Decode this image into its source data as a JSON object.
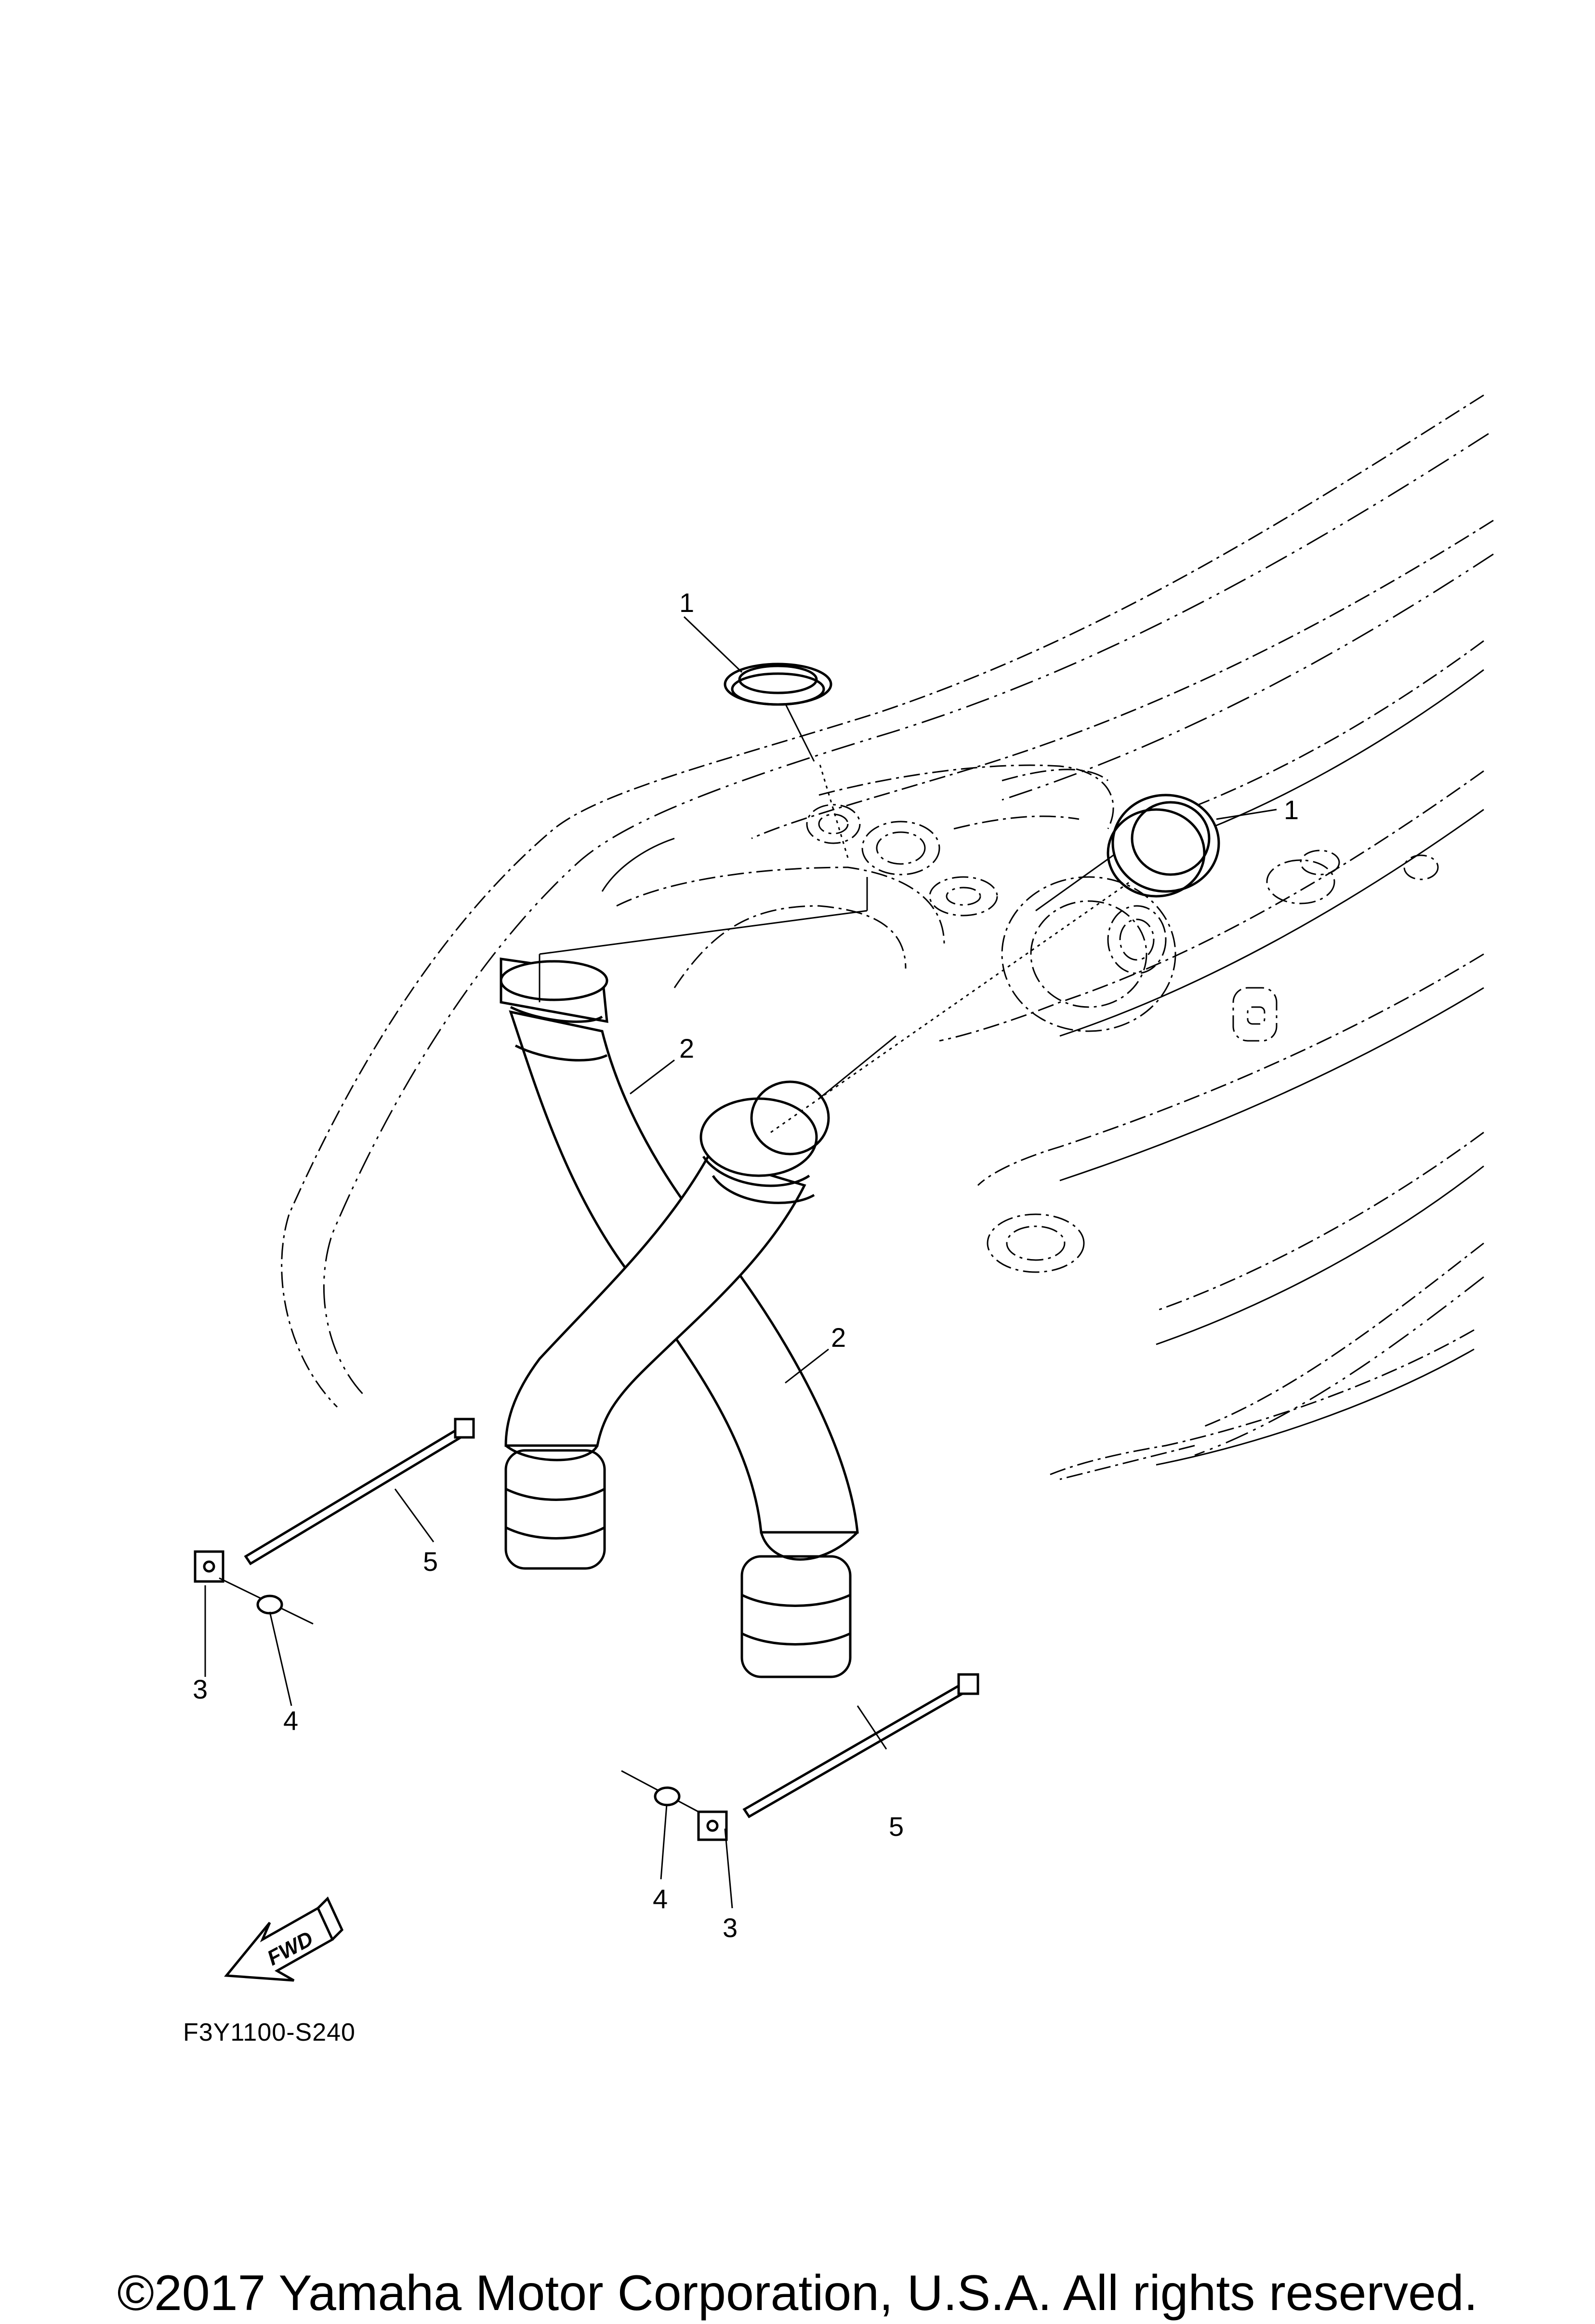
{
  "callouts": [
    {
      "id": "c1a",
      "label": "1",
      "part": "grommet"
    },
    {
      "id": "c1b",
      "label": "1",
      "part": "grommet"
    },
    {
      "id": "c2a",
      "label": "2",
      "part": "hose"
    },
    {
      "id": "c2b",
      "label": "2",
      "part": "hose"
    },
    {
      "id": "c3a",
      "label": "3",
      "part": "clip"
    },
    {
      "id": "c3b",
      "label": "3",
      "part": "clip"
    },
    {
      "id": "c4a",
      "label": "4",
      "part": "rivet"
    },
    {
      "id": "c4b",
      "label": "4",
      "part": "rivet"
    },
    {
      "id": "c5a",
      "label": "5",
      "part": "cable-tie"
    },
    {
      "id": "c5b",
      "label": "5",
      "part": "cable-tie"
    }
  ],
  "fwd_label": "FWD",
  "diagram_code": "F3Y1100-S240",
  "copyright": "©2017 Yamaha Motor Corporation, U.S.A. All rights reserved."
}
